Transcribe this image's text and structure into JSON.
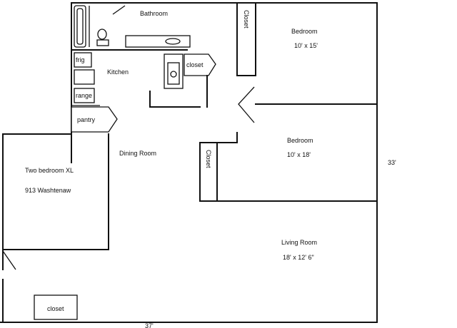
{
  "plan": {
    "title": "Two bedroom XL",
    "address": "913 Washtenaw",
    "dim_width": "37'",
    "dim_height": "33'"
  },
  "rooms": {
    "bathroom": "Bathroom",
    "kitchen": "Kitchen",
    "dining": "Dining Room",
    "bedroom1": "Bedroom",
    "bedroom1_size": "10' x 15'",
    "bedroom2": "Bedroom",
    "bedroom2_size": "10' x 18'",
    "living": "Living Room",
    "living_size": "18' x 12' 6\""
  },
  "fixtures": {
    "frig": "frig",
    "range": "range",
    "pantry": "pantry",
    "closet_kitchen": "closet",
    "closet_bed1": "Closet",
    "closet_bed2": "Closet",
    "closet_entry": "closet"
  }
}
